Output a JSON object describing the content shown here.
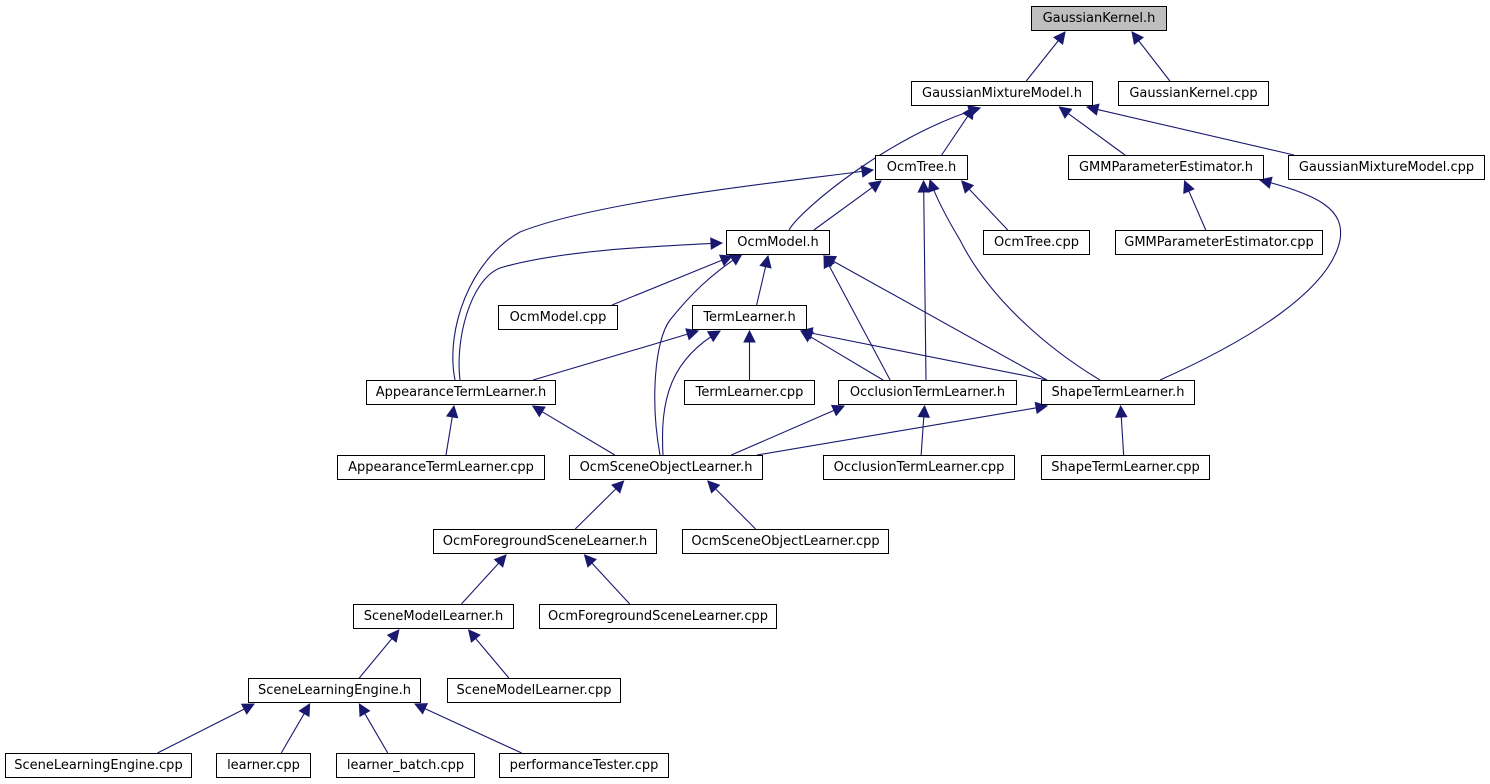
{
  "diagram": {
    "edge_color": "#191970",
    "root_fill": "#bfbfbf",
    "nodes": [
      {
        "id": "gk_h",
        "label": "GaussianKernel.h",
        "root": true
      },
      {
        "id": "gmm_h",
        "label": "GaussianMixtureModel.h"
      },
      {
        "id": "gk_cpp",
        "label": "GaussianKernel.cpp"
      },
      {
        "id": "ocmtree_h",
        "label": "OcmTree.h"
      },
      {
        "id": "gmmpe_h",
        "label": "GMMParameterEstimator.h"
      },
      {
        "id": "gmm_cpp",
        "label": "GaussianMixtureModel.cpp"
      },
      {
        "id": "ocmmodel_h",
        "label": "OcmModel.h"
      },
      {
        "id": "ocmtree_cpp",
        "label": "OcmTree.cpp"
      },
      {
        "id": "gmmpe_cpp",
        "label": "GMMParameterEstimator.cpp"
      },
      {
        "id": "ocmmodel_cpp",
        "label": "OcmModel.cpp"
      },
      {
        "id": "termlearner_h",
        "label": "TermLearner.h"
      },
      {
        "id": "atl_h",
        "label": "AppearanceTermLearner.h"
      },
      {
        "id": "termlearner_cpp",
        "label": "TermLearner.cpp"
      },
      {
        "id": "otl_h",
        "label": "OcclusionTermLearner.h"
      },
      {
        "id": "stl_h",
        "label": "ShapeTermLearner.h"
      },
      {
        "id": "atl_cpp",
        "label": "AppearanceTermLearner.cpp"
      },
      {
        "id": "osol_h",
        "label": "OcmSceneObjectLearner.h"
      },
      {
        "id": "otl_cpp",
        "label": "OcclusionTermLearner.cpp"
      },
      {
        "id": "stl_cpp",
        "label": "ShapeTermLearner.cpp"
      },
      {
        "id": "ofsl_h",
        "label": "OcmForegroundSceneLearner.h"
      },
      {
        "id": "osol_cpp",
        "label": "OcmSceneObjectLearner.cpp"
      },
      {
        "id": "sml_h",
        "label": "SceneModelLearner.h"
      },
      {
        "id": "ofsl_cpp",
        "label": "OcmForegroundSceneLearner.cpp"
      },
      {
        "id": "sle_h",
        "label": "SceneLearningEngine.h"
      },
      {
        "id": "sml_cpp",
        "label": "SceneModelLearner.cpp"
      },
      {
        "id": "sle_cpp",
        "label": "SceneLearningEngine.cpp"
      },
      {
        "id": "learner_cpp",
        "label": "learner.cpp"
      },
      {
        "id": "learner_batch_cpp",
        "label": "learner_batch.cpp"
      },
      {
        "id": "perf_cpp",
        "label": "performanceTester.cpp"
      }
    ],
    "edges": [
      {
        "from": "gmm_h",
        "to": "gk_h"
      },
      {
        "from": "gk_cpp",
        "to": "gk_h"
      },
      {
        "from": "ocmtree_h",
        "to": "gmm_h"
      },
      {
        "from": "ocmmodel_h",
        "to": "gmm_h"
      },
      {
        "from": "gmmpe_h",
        "to": "gmm_h"
      },
      {
        "from": "gmm_cpp",
        "to": "gmm_h"
      },
      {
        "from": "ocmmodel_h",
        "to": "ocmtree_h"
      },
      {
        "from": "atl_h",
        "to": "ocmtree_h"
      },
      {
        "from": "ocmtree_cpp",
        "to": "ocmtree_h"
      },
      {
        "from": "otl_h",
        "to": "ocmtree_h"
      },
      {
        "from": "stl_h",
        "to": "ocmtree_h"
      },
      {
        "from": "gmmpe_cpp",
        "to": "gmmpe_h"
      },
      {
        "from": "stl_h",
        "to": "gmmpe_h"
      },
      {
        "from": "ocmmodel_cpp",
        "to": "ocmmodel_h"
      },
      {
        "from": "termlearner_h",
        "to": "ocmmodel_h"
      },
      {
        "from": "atl_h",
        "to": "ocmmodel_h"
      },
      {
        "from": "osol_h",
        "to": "ocmmodel_h"
      },
      {
        "from": "otl_h",
        "to": "ocmmodel_h"
      },
      {
        "from": "stl_h",
        "to": "ocmmodel_h"
      },
      {
        "from": "atl_h",
        "to": "termlearner_h"
      },
      {
        "from": "termlearner_cpp",
        "to": "termlearner_h"
      },
      {
        "from": "otl_h",
        "to": "termlearner_h"
      },
      {
        "from": "stl_h",
        "to": "termlearner_h"
      },
      {
        "from": "osol_h",
        "to": "termlearner_h"
      },
      {
        "from": "atl_cpp",
        "to": "atl_h"
      },
      {
        "from": "osol_h",
        "to": "atl_h"
      },
      {
        "from": "osol_h",
        "to": "otl_h"
      },
      {
        "from": "otl_cpp",
        "to": "otl_h"
      },
      {
        "from": "osol_h",
        "to": "stl_h"
      },
      {
        "from": "stl_cpp",
        "to": "stl_h"
      },
      {
        "from": "ofsl_h",
        "to": "osol_h"
      },
      {
        "from": "osol_cpp",
        "to": "osol_h"
      },
      {
        "from": "sml_h",
        "to": "ofsl_h"
      },
      {
        "from": "ofsl_cpp",
        "to": "ofsl_h"
      },
      {
        "from": "sle_h",
        "to": "sml_h"
      },
      {
        "from": "sml_cpp",
        "to": "sml_h"
      },
      {
        "from": "sle_cpp",
        "to": "sle_h"
      },
      {
        "from": "learner_cpp",
        "to": "sle_h"
      },
      {
        "from": "learner_batch_cpp",
        "to": "sle_h"
      },
      {
        "from": "perf_cpp",
        "to": "sle_h"
      }
    ]
  }
}
